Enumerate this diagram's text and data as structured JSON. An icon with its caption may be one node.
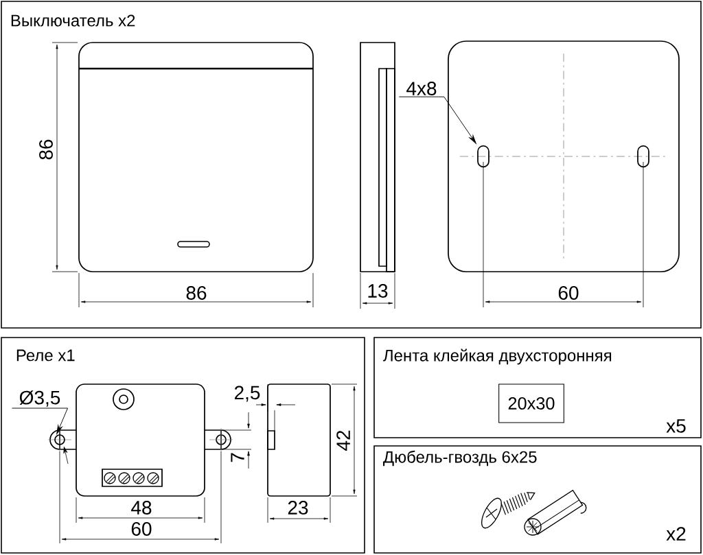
{
  "diagram": {
    "nodes": [
      {
        "text": [
          "Выключатель x2"
        ]
      },
      {
        "text": [
          "4x8"
        ],
        "in": 0
      },
      {
        "text": [],
        "shape": "slot",
        "in": 0
      },
      {
        "text": [],
        "shape": "slot",
        "in": 0
      },
      {
        "text": [
          "Реле x1"
        ]
      },
      {
        "text": [
          "Ø3,5"
        ],
        "in": 4
      },
      {
        "text": [],
        "shape": "circle",
        "in": 4
      },
      {
        "text": [
          "Лента клейкая двухсторонняя",
          "x5"
        ]
      },
      {
        "text": [
          "20x30"
        ],
        "in": 7
      },
      {
        "text": [
          "Дюбель-гвоздь 6x25",
          "x2"
        ]
      }
    ],
    "edges": [
      {
        "from": 1,
        "to": 2,
        "arrow": "to"
      },
      {
        "from": 5,
        "to": 6,
        "arrow": "to"
      }
    ],
    "labels": [
      "86",
      "86",
      "13",
      "60",
      "2,5",
      "7",
      "42",
      "48",
      "60",
      "23"
    ]
  }
}
